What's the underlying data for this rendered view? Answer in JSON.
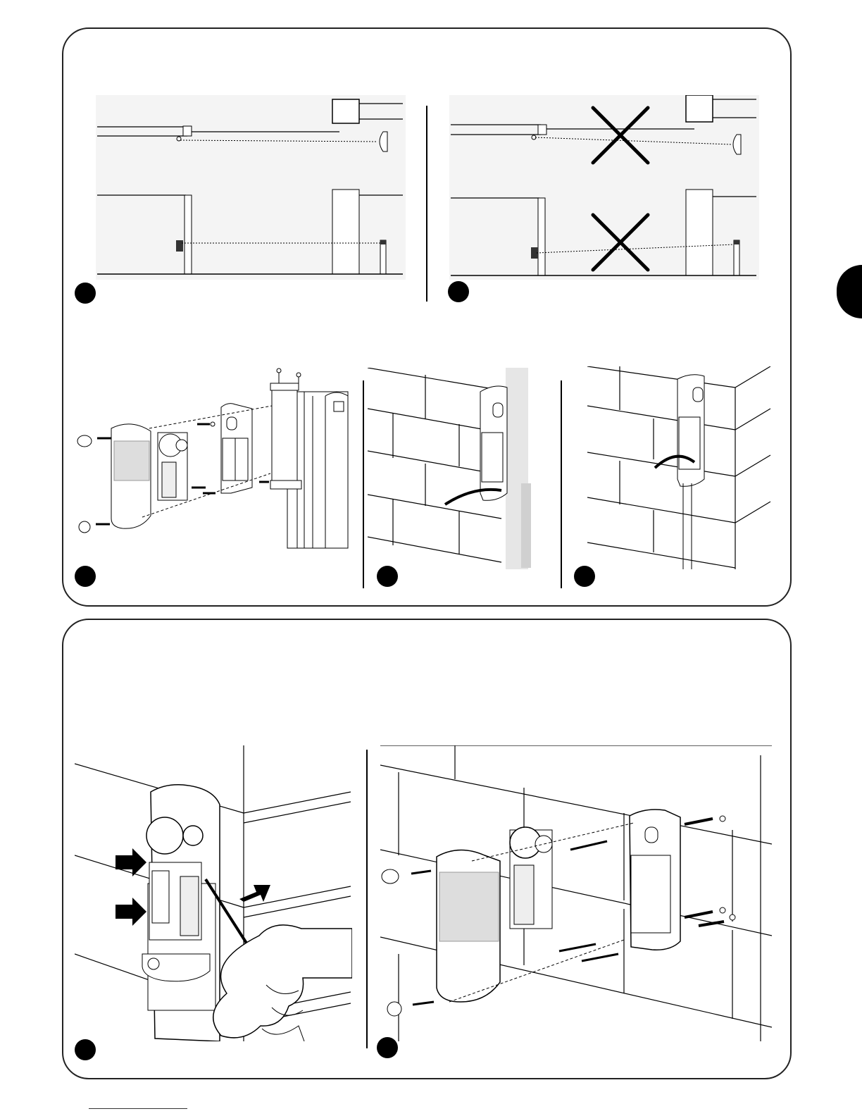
{
  "page": {
    "sections": [
      {
        "id": "top",
        "figures": [
          "beam-alignment-correct",
          "beam-alignment-wrong",
          "exploded-mount-column",
          "wall-cable-flush",
          "wall-cable-conduit"
        ]
      },
      {
        "id": "bottom",
        "figures": [
          "lens-removal",
          "exploded-mount-wall"
        ]
      }
    ],
    "icons": {
      "wrong": "cross-mark-icon",
      "arrow": "push-arrow-icon",
      "section_tab": "section-tab-marker"
    },
    "colors": {
      "ink": "#000000",
      "frame": "#222222",
      "paper": "#ffffff",
      "drawing_bg": "#f2f2f2"
    }
  }
}
